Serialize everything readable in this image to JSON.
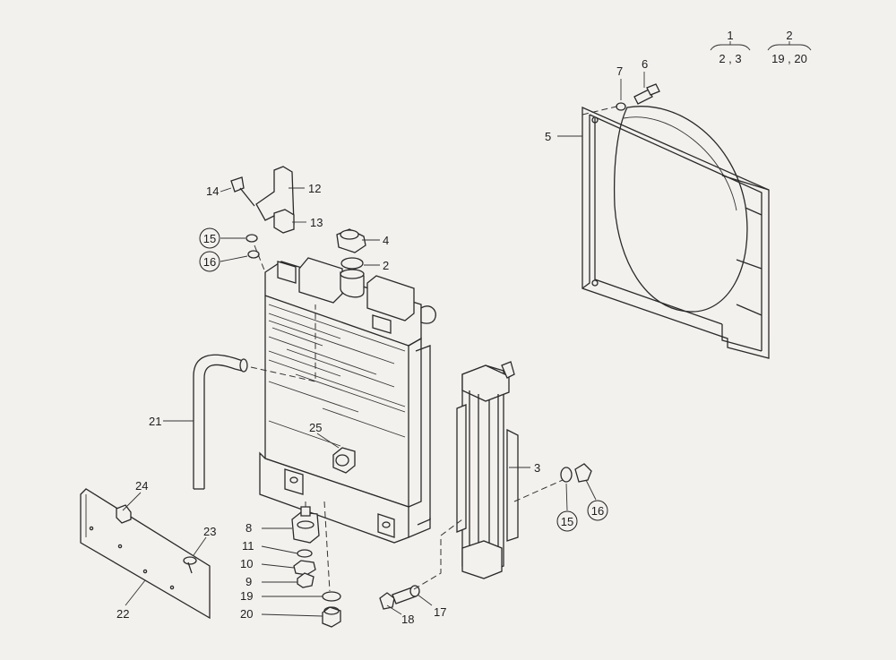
{
  "callouts": [
    "1",
    "2",
    "3",
    "4",
    "5",
    "6",
    "7",
    "8",
    "9",
    "10",
    "11",
    "12",
    "13",
    "14",
    "15",
    "16",
    "17",
    "18",
    "19",
    "20",
    "21",
    "22",
    "23",
    "24",
    "25"
  ],
  "legend": {
    "group_1": {
      "number": "1",
      "members": "2 , 3"
    },
    "group_2": {
      "number": "2",
      "members": "19 , 20"
    }
  },
  "circled": {
    "a": "15",
    "b": "16"
  }
}
